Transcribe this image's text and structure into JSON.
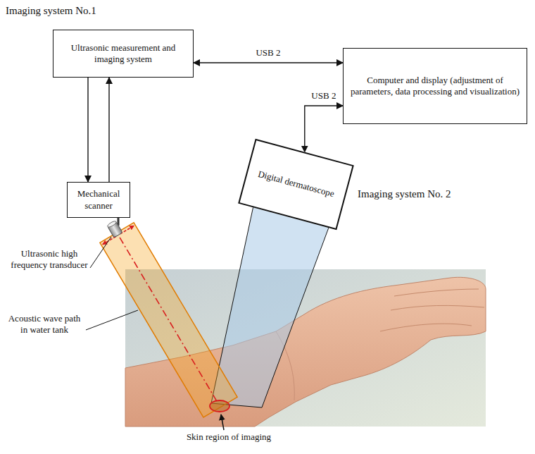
{
  "diagram": {
    "nodes": [
      {
        "text": [
          "Ultrasonic measurement and imaging system"
        ]
      },
      {
        "text": [
          "Computer and display (adjustment of parameters, data processing and visualization)"
        ]
      },
      {
        "text": [
          "Mechanical scanner"
        ]
      },
      {
        "text": [
          "Digital dermatoscope"
        ]
      }
    ],
    "edges": [
      {
        "from": 0,
        "to": 1,
        "label": "USB 2",
        "arrow": "both"
      },
      {
        "from": 1,
        "to": 3,
        "label": "USB 2",
        "arrow": "both"
      },
      {
        "from": 0,
        "to": 2,
        "arrow": "to"
      },
      {
        "from": 2,
        "to": 0,
        "arrow": "to"
      }
    ],
    "labels": [
      "Imaging system No.1",
      "Imaging system No. 2",
      "Ultrasonic high frequency transducer",
      "Acoustic wave path in water tank",
      "Skin region of imaging"
    ]
  }
}
